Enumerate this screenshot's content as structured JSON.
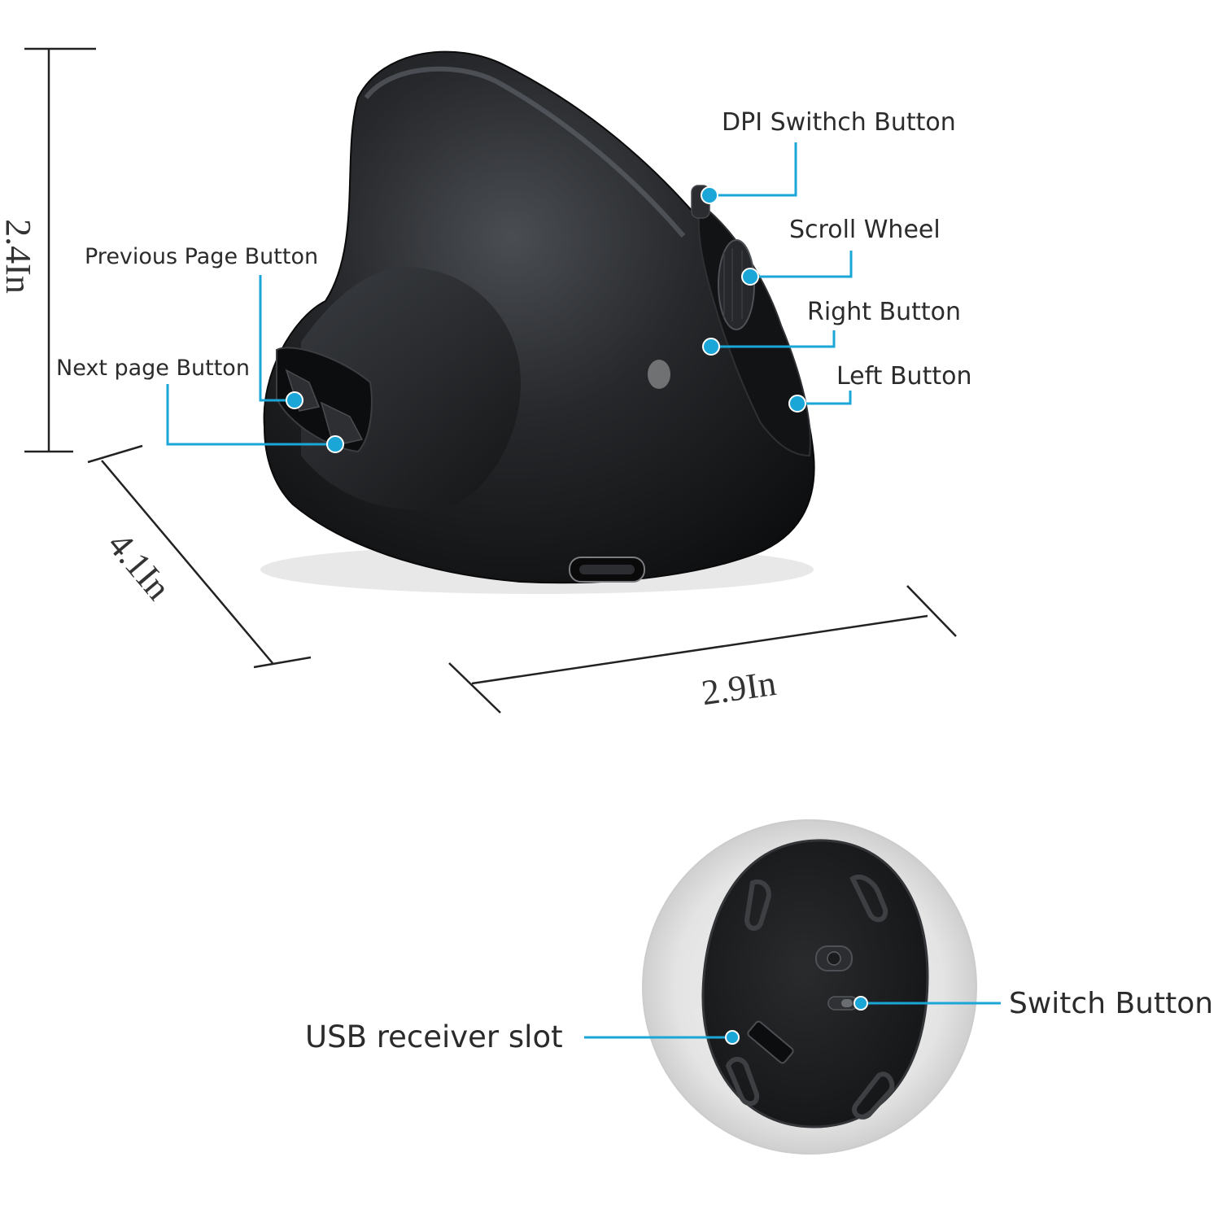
{
  "colors": {
    "accent": "#1aa6d6",
    "mouse_body": "#1c1d1f",
    "background": "#ffffff"
  },
  "dimensions": {
    "height": "2.4In",
    "length": "4.1In",
    "width": "2.9In"
  },
  "side_view_callouts": {
    "dpi": "DPI Swithch Button",
    "scroll": "Scroll Wheel",
    "right": "Right Button",
    "left": "Left Button",
    "previous": "Previous Page Button",
    "next": "Next page Button"
  },
  "bottom_view_callouts": {
    "switch": "Switch Button",
    "usb": "USB receiver slot"
  }
}
